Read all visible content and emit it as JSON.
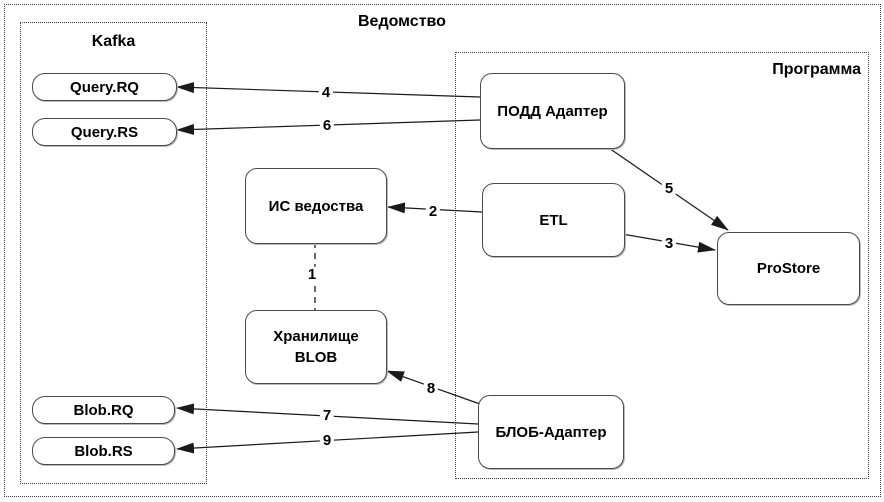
{
  "diagram": {
    "title": "Ведомство",
    "groups": {
      "kafka": {
        "label": "Kafka"
      },
      "program": {
        "label": "Программа"
      }
    },
    "nodes": {
      "query_rq": {
        "label": "Query.RQ"
      },
      "query_rs": {
        "label": "Query.RS"
      },
      "blob_rq": {
        "label": "Blob.RQ"
      },
      "blob_rs": {
        "label": "Blob.RS"
      },
      "podd_adapter": {
        "label": "ПОДД Адаптер"
      },
      "etl": {
        "label": "ETL"
      },
      "prostore": {
        "label": "ProStore"
      },
      "blob_adapter": {
        "label": "БЛОБ-Адаптер"
      },
      "is_vedomstva": {
        "label": "ИС ведоства"
      },
      "blob_storage": {
        "label_line1": "Хранилище",
        "label_line2": "BLOB"
      }
    },
    "edges": [
      {
        "label": "1",
        "from": "is_vedomstva",
        "to": "blob_storage",
        "style": "dashed-line"
      },
      {
        "label": "2",
        "from": "etl",
        "to": "is_vedomstva",
        "style": "arrow"
      },
      {
        "label": "3",
        "from": "etl",
        "to": "prostore",
        "style": "arrow"
      },
      {
        "label": "4",
        "from": "podd_adapter",
        "to": "query_rq",
        "style": "arrow"
      },
      {
        "label": "5",
        "from": "podd_adapter",
        "to": "prostore",
        "style": "arrow"
      },
      {
        "label": "6",
        "from": "podd_adapter",
        "to": "query_rs",
        "style": "arrow"
      },
      {
        "label": "7",
        "from": "blob_adapter",
        "to": "blob_rq",
        "style": "arrow"
      },
      {
        "label": "8",
        "from": "blob_adapter",
        "to": "blob_storage",
        "style": "arrow"
      },
      {
        "label": "9",
        "from": "blob_adapter",
        "to": "blob_rs",
        "style": "arrow"
      }
    ],
    "colors": {
      "line": "#1a1a1a",
      "node_border": "#4a4a4a",
      "frame_border": "#3c3c3c",
      "text": "#000000",
      "background": "#ffffff"
    }
  }
}
